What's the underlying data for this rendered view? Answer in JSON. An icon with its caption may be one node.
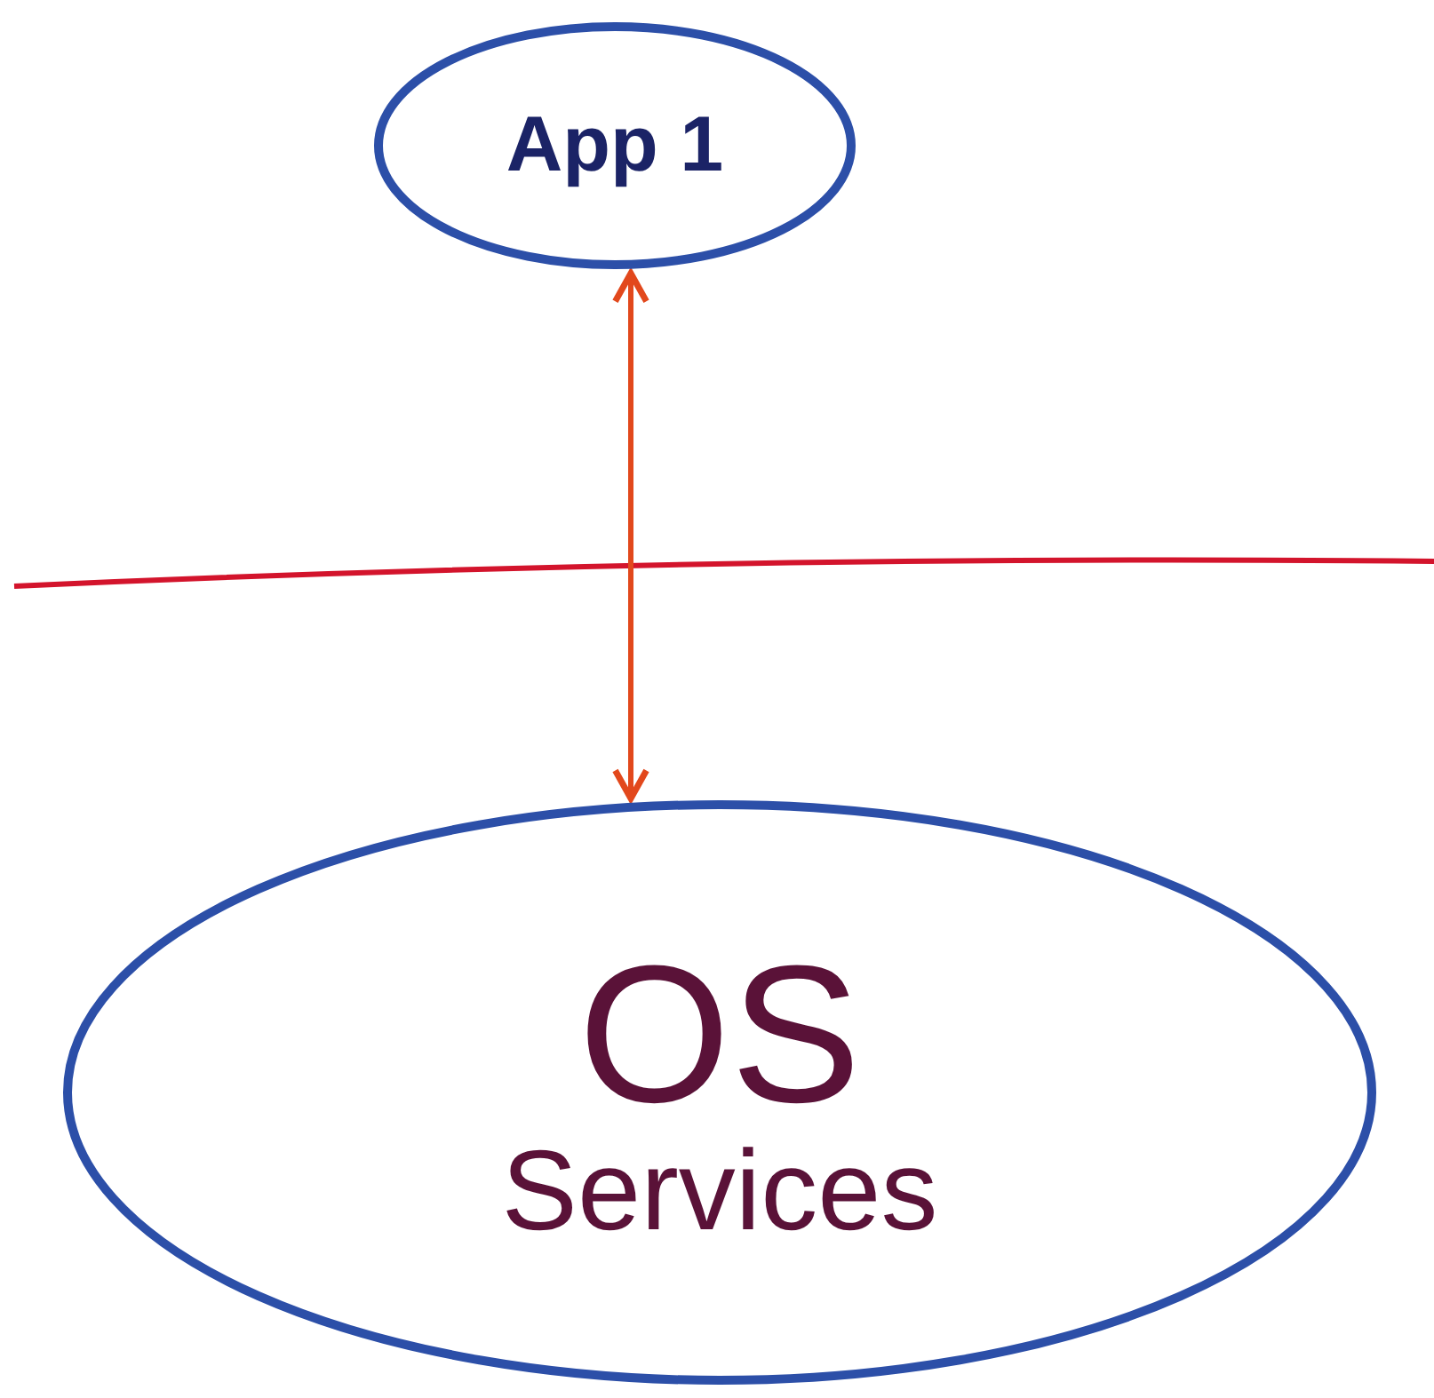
{
  "diagram": {
    "nodes": [
      {
        "text": [
          "App 1"
        ]
      },
      {
        "text": [
          "OS",
          "Services"
        ]
      }
    ],
    "edges": [
      {
        "from": 0,
        "to": 1,
        "arrow": "both"
      }
    ]
  }
}
